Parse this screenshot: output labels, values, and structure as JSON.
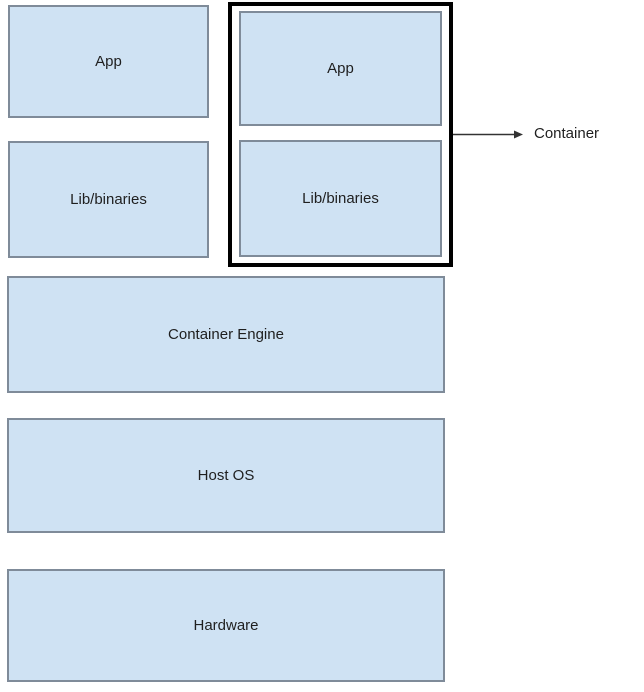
{
  "diagram": {
    "left_column": {
      "app_label": "App",
      "lib_label": "Lib/binaries"
    },
    "container_group": {
      "app_label": "App",
      "lib_label": "Lib/binaries",
      "annotation_label": "Container"
    },
    "layers": {
      "engine_label": "Container Engine",
      "host_os_label": "Host OS",
      "hardware_label": "Hardware"
    },
    "colors": {
      "bg": "#ffffff",
      "box-fill": "#cfe2f3",
      "box-border": "#7f8b99",
      "container-border": "#000000",
      "arrow": "#333333",
      "text": "#1f1f1f"
    }
  }
}
